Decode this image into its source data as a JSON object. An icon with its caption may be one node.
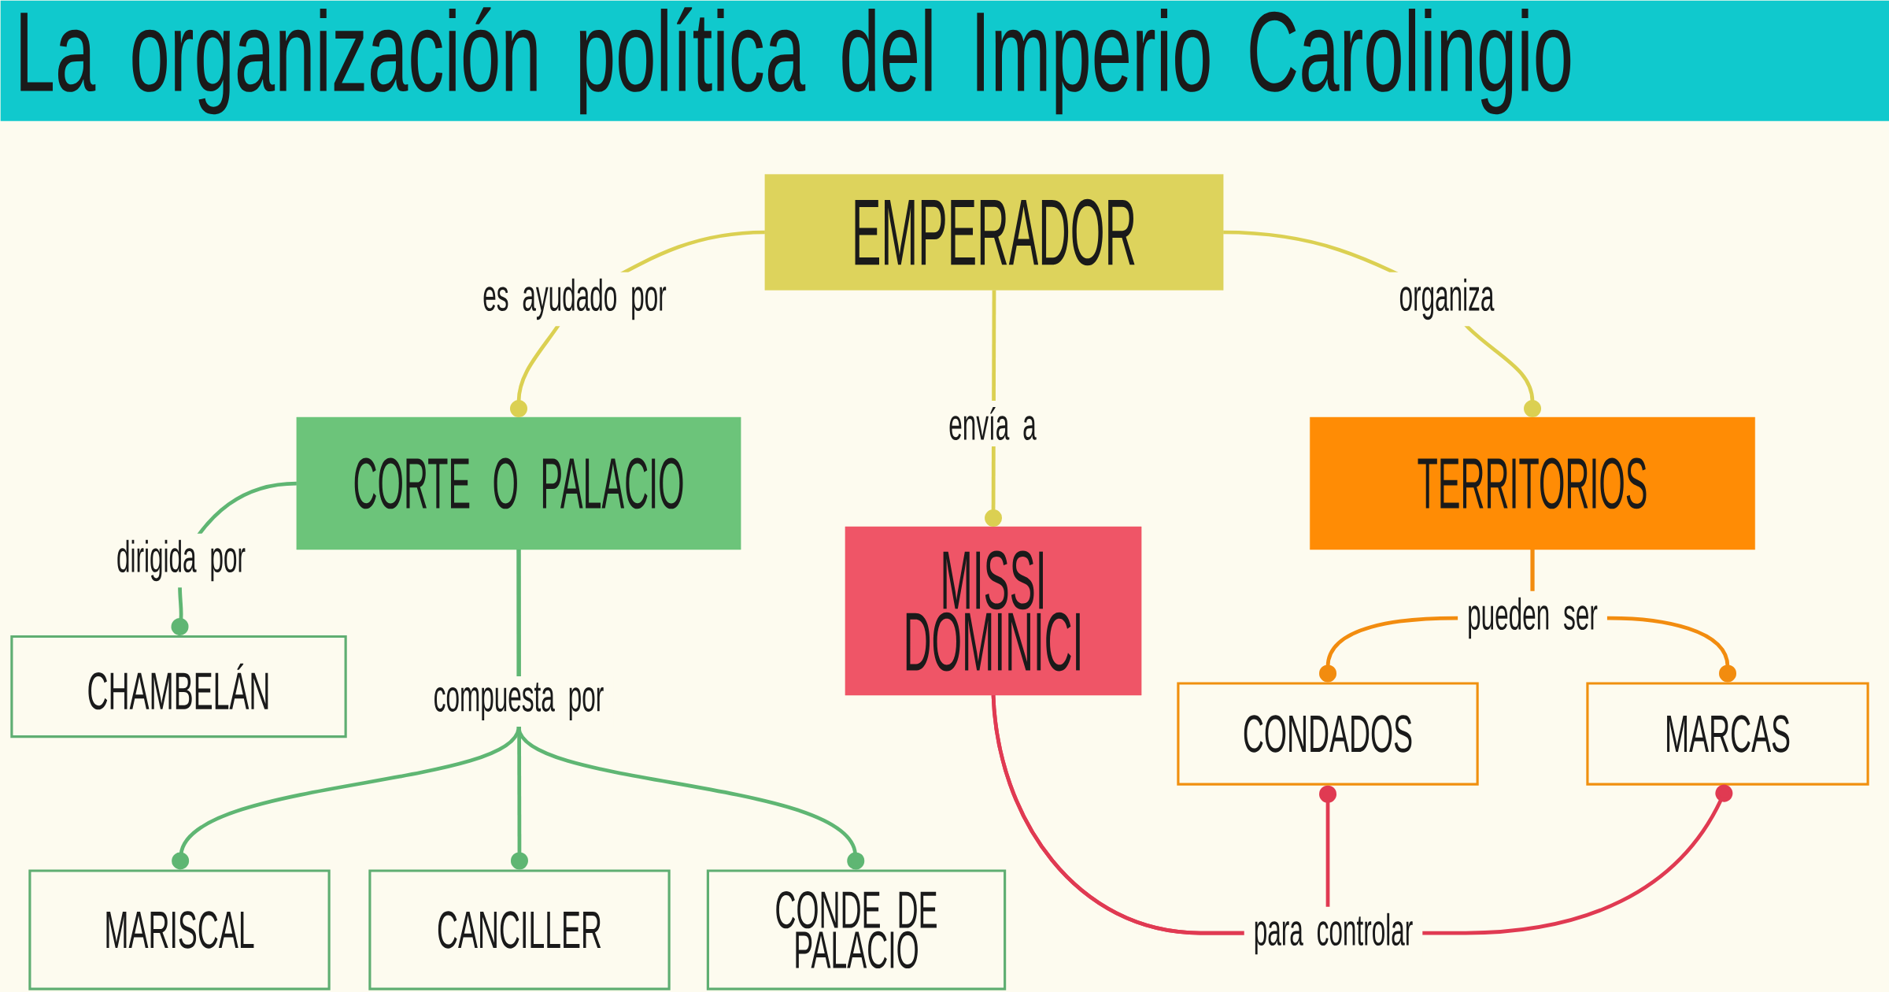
{
  "diagram": {
    "title": "La organización política del Imperio Carolingio",
    "nodes": [
      {
        "text": [
          "EMPERADOR"
        ]
      },
      {
        "text": [
          "CORTE O PALACIO"
        ]
      },
      {
        "text": [
          "MISSI DOMINICI"
        ]
      },
      {
        "text": [
          "TERRITORIOS"
        ]
      },
      {
        "text": [
          "CHAMBELÁN"
        ]
      },
      {
        "text": [
          "CONDADOS"
        ]
      },
      {
        "text": [
          "MARCAS"
        ]
      },
      {
        "text": [
          "MARISCAL"
        ]
      },
      {
        "text": [
          "CANCILLER"
        ]
      },
      {
        "text": [
          "CONDE DE PALACIO"
        ]
      }
    ],
    "edges": [
      {
        "from": 0,
        "to": 1,
        "arrow": "other",
        "label": "es ayudado por",
        "color": "#dbd052"
      },
      {
        "from": 0,
        "to": 2,
        "arrow": "other",
        "label": "envía a",
        "color": "#dbd052"
      },
      {
        "from": 0,
        "to": 3,
        "arrow": "other",
        "label": "organiza",
        "color": "#dbd052"
      },
      {
        "from": 1,
        "to": 4,
        "arrow": "other",
        "label": "dirigida por",
        "color": "#5fb673"
      },
      {
        "from": 1,
        "to": 7,
        "arrow": "other",
        "label": "compuesta por",
        "color": "#5fb673"
      },
      {
        "from": 1,
        "to": 8,
        "arrow": "other",
        "color": "#5fb673"
      },
      {
        "from": 1,
        "to": 9,
        "arrow": "other",
        "color": "#5fb673"
      },
      {
        "from": 3,
        "to": 5,
        "arrow": "other",
        "label": "pueden ser",
        "color": "#f28c0f"
      },
      {
        "from": 3,
        "to": 6,
        "arrow": "other",
        "color": "#f28c0f"
      },
      {
        "from": 2,
        "to": 5,
        "arrow": "other",
        "label": "para controlar",
        "color": "#e03a52"
      },
      {
        "from": 2,
        "to": 6,
        "arrow": "other",
        "color": "#e03a52"
      }
    ]
  }
}
